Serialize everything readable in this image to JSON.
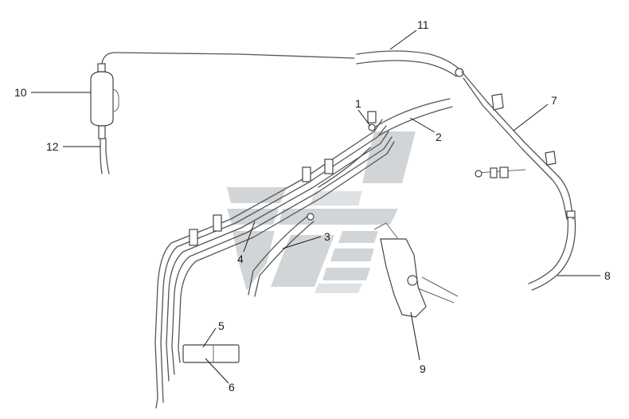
{
  "diagram": {
    "labels": [
      {
        "id": "1",
        "text": "1"
      },
      {
        "id": "2",
        "text": "2"
      },
      {
        "id": "3",
        "text": "3"
      },
      {
        "id": "4",
        "text": "4"
      },
      {
        "id": "5",
        "text": "5"
      },
      {
        "id": "6",
        "text": "6"
      },
      {
        "id": "7",
        "text": "7"
      },
      {
        "id": "8",
        "text": "8"
      },
      {
        "id": "9",
        "text": "9"
      },
      {
        "id": "10",
        "text": "10"
      },
      {
        "id": "11",
        "text": "11"
      },
      {
        "id": "12",
        "text": "12"
      }
    ]
  },
  "colors": {
    "line": "#555555",
    "watermark_dark": "#c9ced0",
    "watermark_light": "#d9dddf",
    "background": "#ffffff"
  }
}
